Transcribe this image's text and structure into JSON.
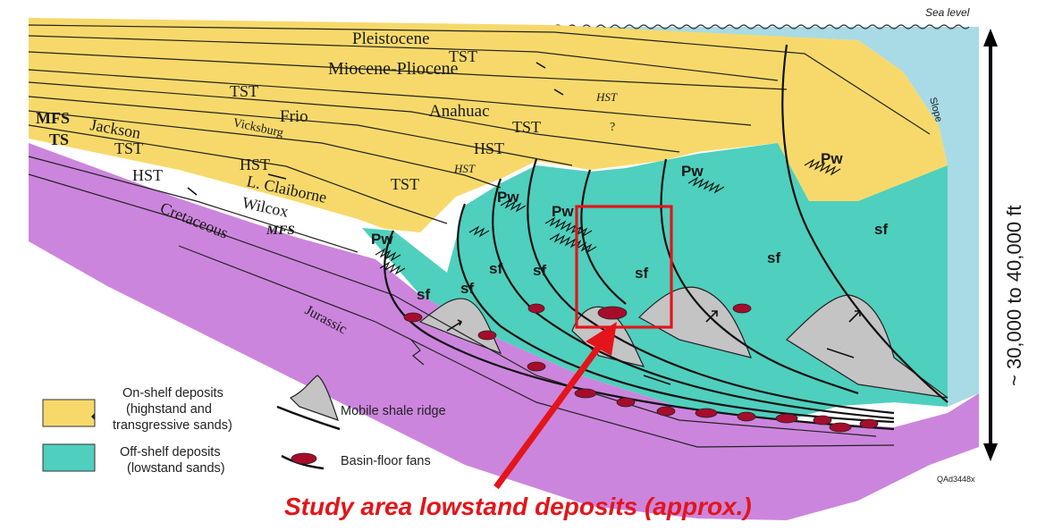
{
  "labels": {
    "sea_level": "Sea level",
    "slope": "Slope",
    "pleistocene": "Pleistocene",
    "tst": "TST",
    "miocene_pliocene": "Miocene-Pliocene",
    "hst": "HST",
    "frio": "Frio",
    "vicksburg": "Vicksburg",
    "anahuac": "Anahuac",
    "question": "?",
    "mfs": "MFS",
    "ts": "TS",
    "jackson": "Jackson",
    "l_claiborne": "L. Claiborne",
    "wilcox": "Wilcox",
    "cretaceous": "Cretaceous",
    "jurassic": "Jurassic",
    "pw": "Pw",
    "sf": "sf",
    "depth": "~ 30,000 to 40,000 ft",
    "code": "QAd3448x"
  },
  "legend": {
    "on_shelf": [
      "On-shelf deposits",
      "(highstand and",
      "transgressive sands)"
    ],
    "off_shelf": [
      "Off-shelf deposits",
      "(lowstand sands)"
    ],
    "shale": "Mobile shale ridge",
    "fans": "Basin-floor fans"
  },
  "caption": "Study area lowstand deposits (approx.)",
  "colors": {
    "on_shelf_yellow": "#f7d96b",
    "off_shelf_teal": "#4fcfbd",
    "shale_gray": "#c4c4c4",
    "fan_red": "#a50d2b",
    "cretaceous_purple": "#cc85dd",
    "sea_blue": "#a8dbe6",
    "highlight_red": "#e3151a"
  }
}
